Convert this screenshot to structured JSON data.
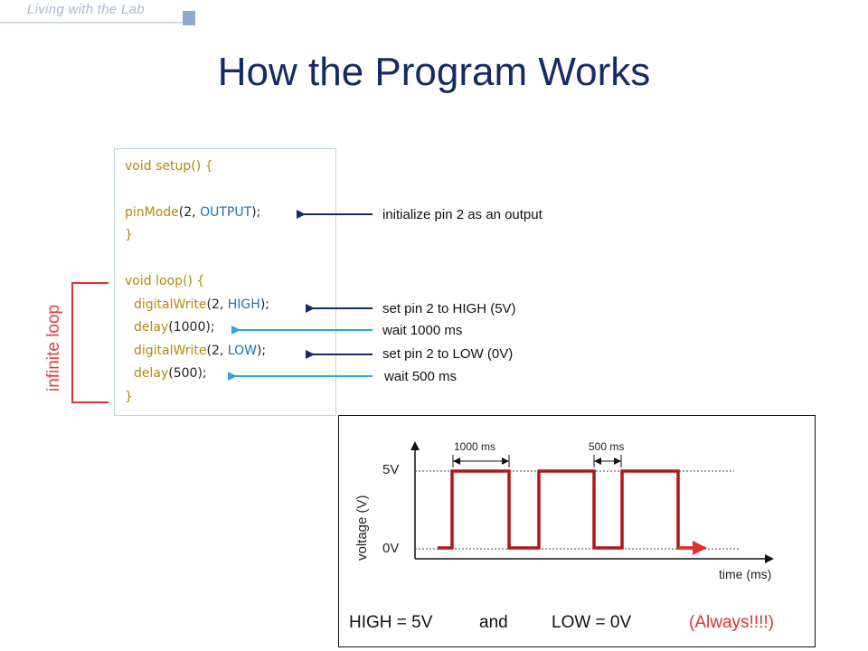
{
  "brand": "Living with the Lab",
  "title": "How the Program Works",
  "code": {
    "line1": {
      "fn": "void setup() {"
    },
    "line2": {
      "fn": "pinMode",
      "a": "(2, ",
      "kw": "OUTPUT",
      "b": ");"
    },
    "line3": "}",
    "line4": {
      "fn": "void loop() {"
    },
    "line5": {
      "fn": "digitalWrite",
      "a": "(2, ",
      "kw": "HIGH",
      "b": ");"
    },
    "line6": {
      "fn": "delay",
      "a": "(1000);"
    },
    "line7": {
      "fn": "digitalWrite",
      "a": "(2, ",
      "kw": "LOW",
      "b": ");"
    },
    "line8": {
      "fn": "delay",
      "a": "(500);"
    },
    "line9": "}"
  },
  "annotations": {
    "pinmode": "initialize pin 2 as an output",
    "high": "set pin 2 to HIGH (5V)",
    "wait1000": "wait 1000 ms",
    "low": "set pin 2 to LOW (0V)",
    "wait500": "wait 500 ms"
  },
  "loop_label": "infinite loop",
  "scope": {
    "high_label": "5V",
    "low_label": "0V",
    "ylabel": "voltage (V)",
    "xlabel": "time (ms)",
    "dim1": "1000 ms",
    "dim2": "500 ms"
  },
  "bottom": {
    "high": "HIGH = 5V",
    "and": "and",
    "low": "LOW = 0V",
    "always": "(Always!!!!)"
  },
  "colors": {
    "title": "#152a66",
    "dark_arrow": "#152a66",
    "light_arrow": "#2aa8e0",
    "loop": "#e04040",
    "signal": "#b01818"
  }
}
